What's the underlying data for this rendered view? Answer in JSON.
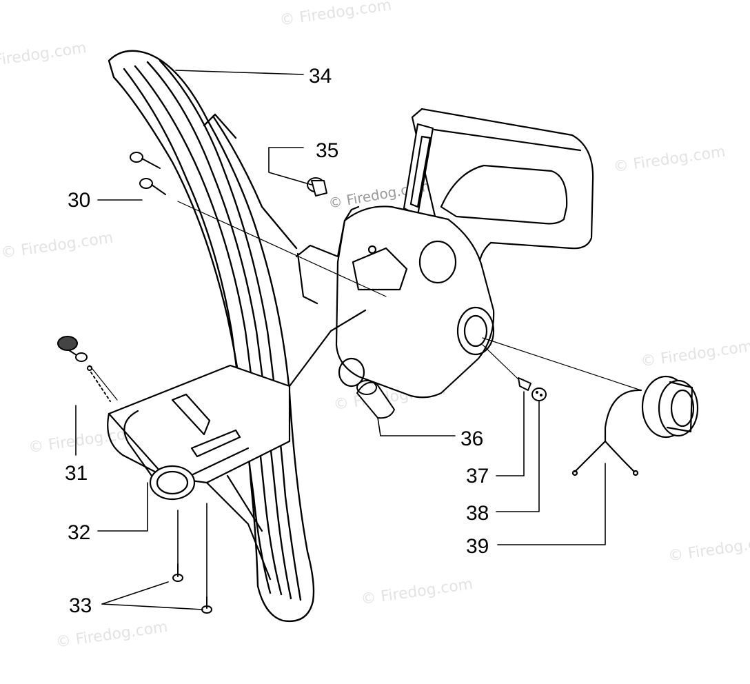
{
  "watermark": {
    "text": "© Firedog.com",
    "color": "#e3e3e3"
  },
  "callouts": [
    {
      "id": "callout-30",
      "label": "30"
    },
    {
      "id": "callout-31",
      "label": "31"
    },
    {
      "id": "callout-32",
      "label": "32"
    },
    {
      "id": "callout-33",
      "label": "33"
    },
    {
      "id": "callout-34",
      "label": "34"
    },
    {
      "id": "callout-35",
      "label": "35"
    },
    {
      "id": "callout-36",
      "label": "36"
    },
    {
      "id": "callout-37",
      "label": "37"
    },
    {
      "id": "callout-38",
      "label": "38"
    },
    {
      "id": "callout-39",
      "label": "39"
    }
  ]
}
